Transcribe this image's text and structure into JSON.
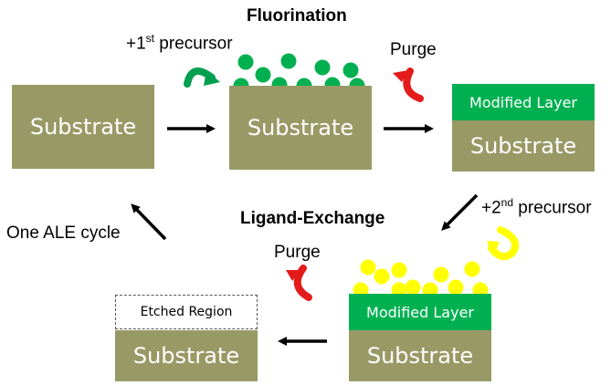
{
  "diagram": {
    "title_fluorination": "Fluorination",
    "title_ligand_exchange": "Ligand-Exchange",
    "first_precursor": {
      "prefix": "+1",
      "sup": "st",
      "suffix": " precursor"
    },
    "second_precursor": {
      "prefix": "+2",
      "sup": "nd",
      "suffix": " precursor"
    },
    "purge_label": "Purge",
    "cycle_label": "One ALE cycle",
    "substrate_label": "Substrate",
    "modified_layer_label": "Modified Layer",
    "etched_region_label": "Etched Region"
  },
  "colors": {
    "substrate": "#999966",
    "modified_layer": "#00b050",
    "fluorine_precursor": "#00b050",
    "ligand_precursor": "#ffff00",
    "purge_arrow": "#e41b1b",
    "precursor1_arrow": "#00a050",
    "precursor2_arrow": "#ffff00"
  }
}
